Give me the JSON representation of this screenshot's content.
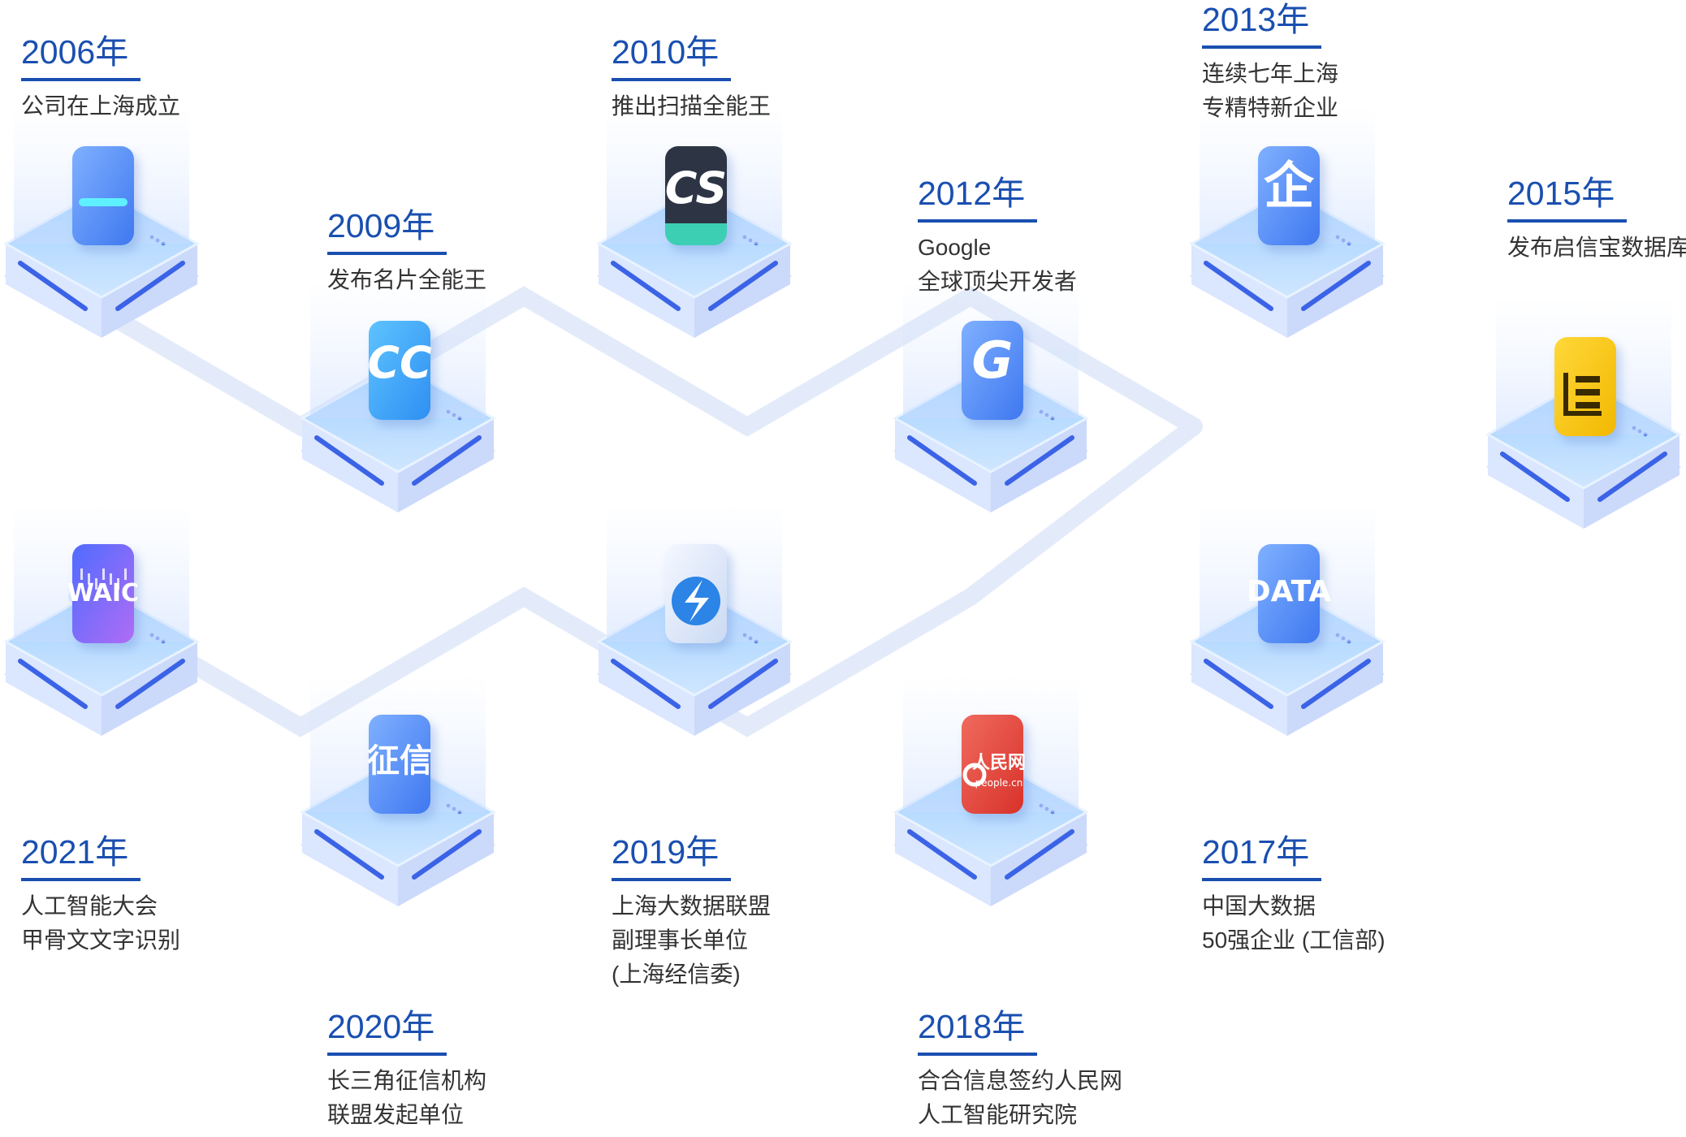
{
  "colors": {
    "accent": "#1a4fb0",
    "text": "#333333",
    "connector": "#e3ebfa"
  },
  "events": [
    {
      "id": "2006",
      "year": "2006年",
      "lines": [
        "公司在上海成立"
      ],
      "icon": "scanner-bar-icon"
    },
    {
      "id": "2009",
      "year": "2009年",
      "lines": [
        "发布名片全能王"
      ],
      "icon": "cc-app-icon",
      "icon_text": "CC"
    },
    {
      "id": "2010",
      "year": "2010年",
      "lines": [
        "推出扫描全能王"
      ],
      "icon": "cs-app-icon",
      "icon_text": "CS"
    },
    {
      "id": "2012",
      "year": "2012年",
      "lines": [
        "Google",
        "全球顶尖开发者"
      ],
      "icon": "google-g-icon",
      "icon_text": "G"
    },
    {
      "id": "2013",
      "year": "2013年",
      "lines": [
        "连续七年上海",
        "专精特新企业"
      ],
      "icon": "qi-enterprise-icon",
      "icon_text": "企"
    },
    {
      "id": "2015",
      "year": "2015年",
      "lines": [
        "发布启信宝数据库"
      ],
      "icon": "qixinbao-logo-icon"
    },
    {
      "id": "2017",
      "year": "2017年",
      "lines": [
        "中国大数据",
        "50强企业 (工信部)"
      ],
      "icon": "data-icon",
      "icon_text": "DATA"
    },
    {
      "id": "2018",
      "year": "2018年",
      "lines": [
        "合合信息签约人民网",
        "人工智能研究院"
      ],
      "icon": "people-cn-logo-icon",
      "icon_text": "人民网",
      "icon_subtext": "people.cn"
    },
    {
      "id": "2019",
      "year": "2019年",
      "lines": [
        "上海大数据联盟",
        "副理事长单位",
        "(上海经信委)"
      ],
      "icon": "s-lightning-logo-icon"
    },
    {
      "id": "2020",
      "year": "2020年",
      "lines": [
        "长三角征信机构",
        "联盟发起单位"
      ],
      "icon": "zhengxin-icon",
      "icon_text": "征信"
    },
    {
      "id": "2021",
      "year": "2021年",
      "lines": [
        "人工智能大会",
        "甲骨文文字识别"
      ],
      "icon": "waic-logo-icon",
      "icon_text": "WAIC"
    }
  ]
}
